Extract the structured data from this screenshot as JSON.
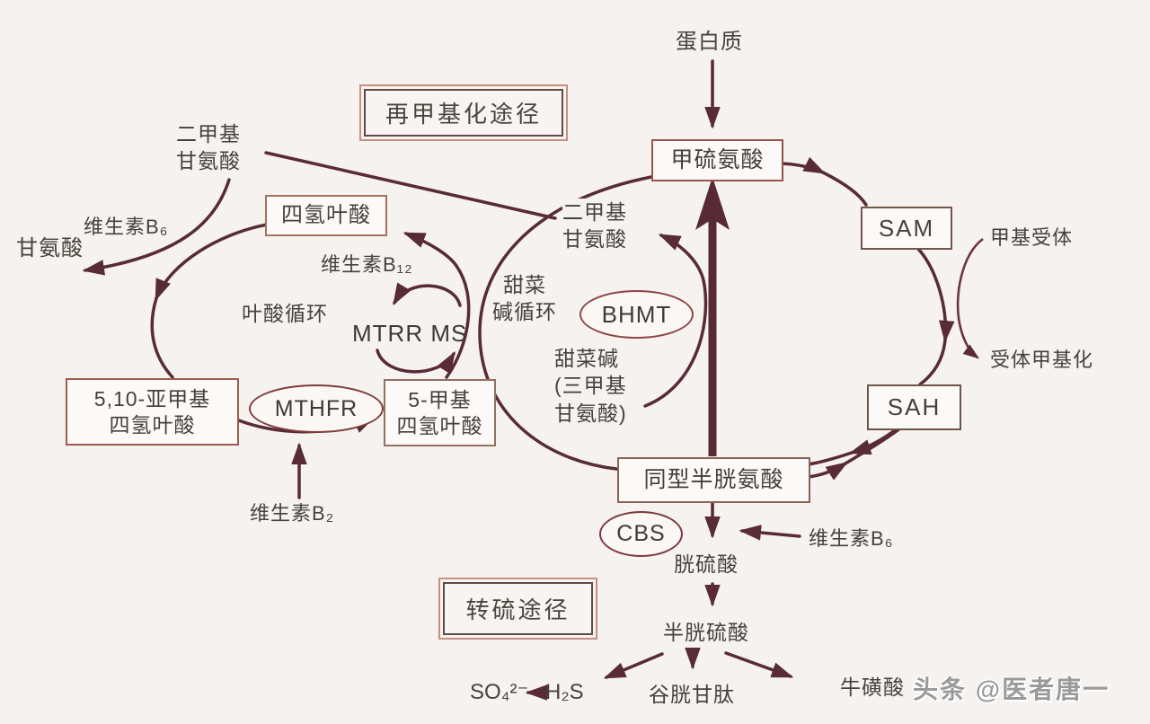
{
  "diagram": {
    "titles": {
      "remethylation": "再甲基化途径",
      "transsulfuration": "转硫途径"
    },
    "nodes": {
      "protein": "蛋白质",
      "methionine": "甲硫氨酸",
      "sam": "SAM",
      "sah": "SAH",
      "homocysteine": "同型半胱氨酸",
      "methyl_acceptor": "甲基受体",
      "receptor_methylation": "受体甲基化",
      "dimethylglycine_left": "二甲基\n甘氨酸",
      "dimethylglycine_center": "二甲基\n甘氨酸",
      "glycine": "甘氨酸",
      "thf": "四氢叶酸",
      "methylene_thf": "5,10-亚甲基\n四氢叶酸",
      "methyl_thf": "5-甲基\n四氢叶酸",
      "betaine": "甜菜碱\n(三甲基\n甘氨酸)",
      "cystathionine": "胱硫酸",
      "cysteine_sulfinate": "半胱硫酸",
      "glutathione": "谷胱甘肽",
      "taurine": "牛磺酸",
      "sulfate": "SO₄²⁻",
      "h2s": "H₂S"
    },
    "enzymes": {
      "mthfr": "MTHFR",
      "bhmt": "BHMT",
      "cbs": "CBS",
      "mtrr_ms": "MTRR MS"
    },
    "cofactors": {
      "vitamin_b6_left": "维生素B₆",
      "vitamin_b12": "维生素B₁₂",
      "vitamin_b2": "维生素B₂",
      "vitamin_b6_right": "维生素B₆"
    },
    "cycle_labels": {
      "folate_cycle": "叶酸循环",
      "betaine_cycle": "甜菜\n碱循环"
    },
    "watermark": "头条 @医者唐一",
    "colors": {
      "arrow": "#582b36",
      "background": "#f5f2ef",
      "box_border": "#96544a",
      "title_outer_border": "#c98e7f",
      "title_inner_border": "#5c4c44"
    }
  }
}
